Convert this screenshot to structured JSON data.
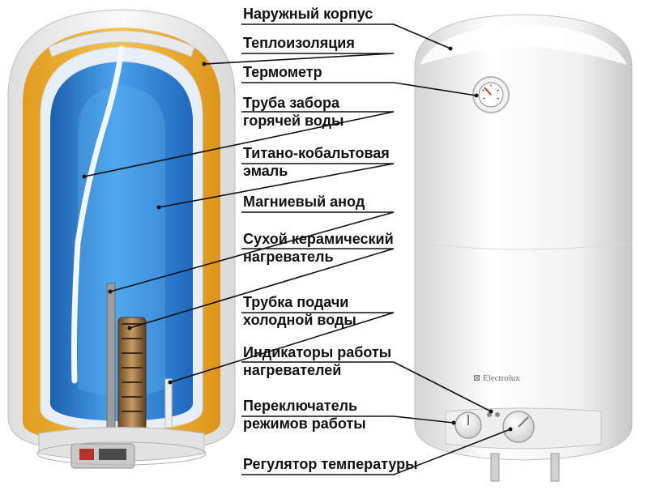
{
  "brand": {
    "name": "Electrolux",
    "mark": "⊠"
  },
  "labels": [
    {
      "id": "outer-casing",
      "lines": [
        "Наружный корпус"
      ]
    },
    {
      "id": "thermal-insulation",
      "lines": [
        "Теплоизоляция"
      ]
    },
    {
      "id": "thermometer",
      "lines": [
        "Термометр"
      ]
    },
    {
      "id": "hot-water-pipe",
      "lines": [
        "Труба забора",
        "горячей воды"
      ]
    },
    {
      "id": "titanium-cobalt-enamel",
      "lines": [
        "Титано-кобальтовая",
        "эмаль"
      ]
    },
    {
      "id": "magnesium-anode",
      "lines": [
        "Магниевый анод"
      ]
    },
    {
      "id": "dry-ceramic-heater",
      "lines": [
        "Сухой керамический",
        "нагреватель"
      ]
    },
    {
      "id": "cold-water-pipe",
      "lines": [
        "Трубка подачи",
        "холодной воды"
      ]
    },
    {
      "id": "heater-indicators",
      "lines": [
        "Индикаторы работы",
        "нагревателей"
      ]
    },
    {
      "id": "mode-switch",
      "lines": [
        "Переключатель",
        "режимов работы"
      ]
    },
    {
      "id": "temperature-regulator",
      "lines": [
        "Регулятор температуры"
      ]
    }
  ],
  "colors": {
    "insulation": "#f2b531",
    "tank": "#3a8fd9",
    "casing": "#f2f2f2",
    "leader": "#111111"
  }
}
